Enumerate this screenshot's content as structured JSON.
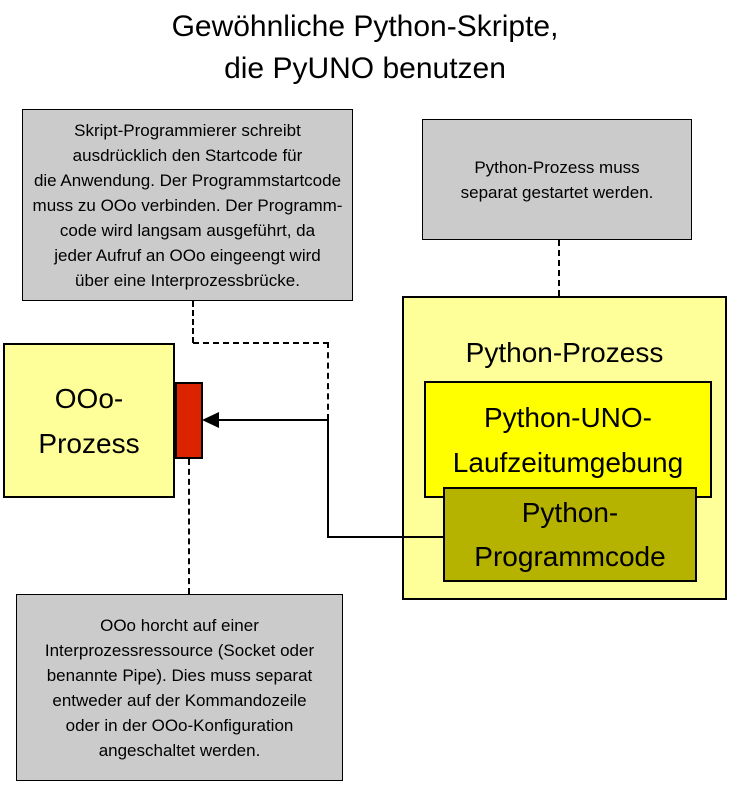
{
  "title": {
    "text": "Gewöhnliche Python-Skripte,\ndie PyUNO benutzen"
  },
  "annotations": {
    "startcode_note": "Skript-Programmierer schreibt\nausdrücklich den Startcode für\ndie Anwendung. Der Programmstartcode\nmuss zu OOo verbinden. Der Programm-\ncode wird langsam ausgeführt, da\njeder Aufruf an OOo eingeengt wird\nüber eine Interprozessbrücke.",
    "python_start_note": "Python-Prozess muss\nseparat gestartet werden.",
    "ooo_listen_note": "OOo horcht auf einer\nInterprozessressource (Socket oder\nbenannte Pipe). Dies muss separat\nentweder auf der Kommandozeile\noder in der OOo-Konfiguration\nangeschaltet werden."
  },
  "nodes": {
    "ooo_process": "OOo-\nProzess",
    "python_process": "Python-Prozess",
    "pyuno_runtime": "Python-UNO-\nLaufzeitumgebung",
    "python_code": "Python-\nProgrammcode"
  },
  "colors": {
    "annotation_fill": "#cbcbcb",
    "process_fill": "#ffff99",
    "runtime_fill": "#ffff00",
    "code_fill": "#b5b200",
    "bridge_fill": "#dc2300",
    "line": "#000000",
    "background": "#ffffff"
  }
}
